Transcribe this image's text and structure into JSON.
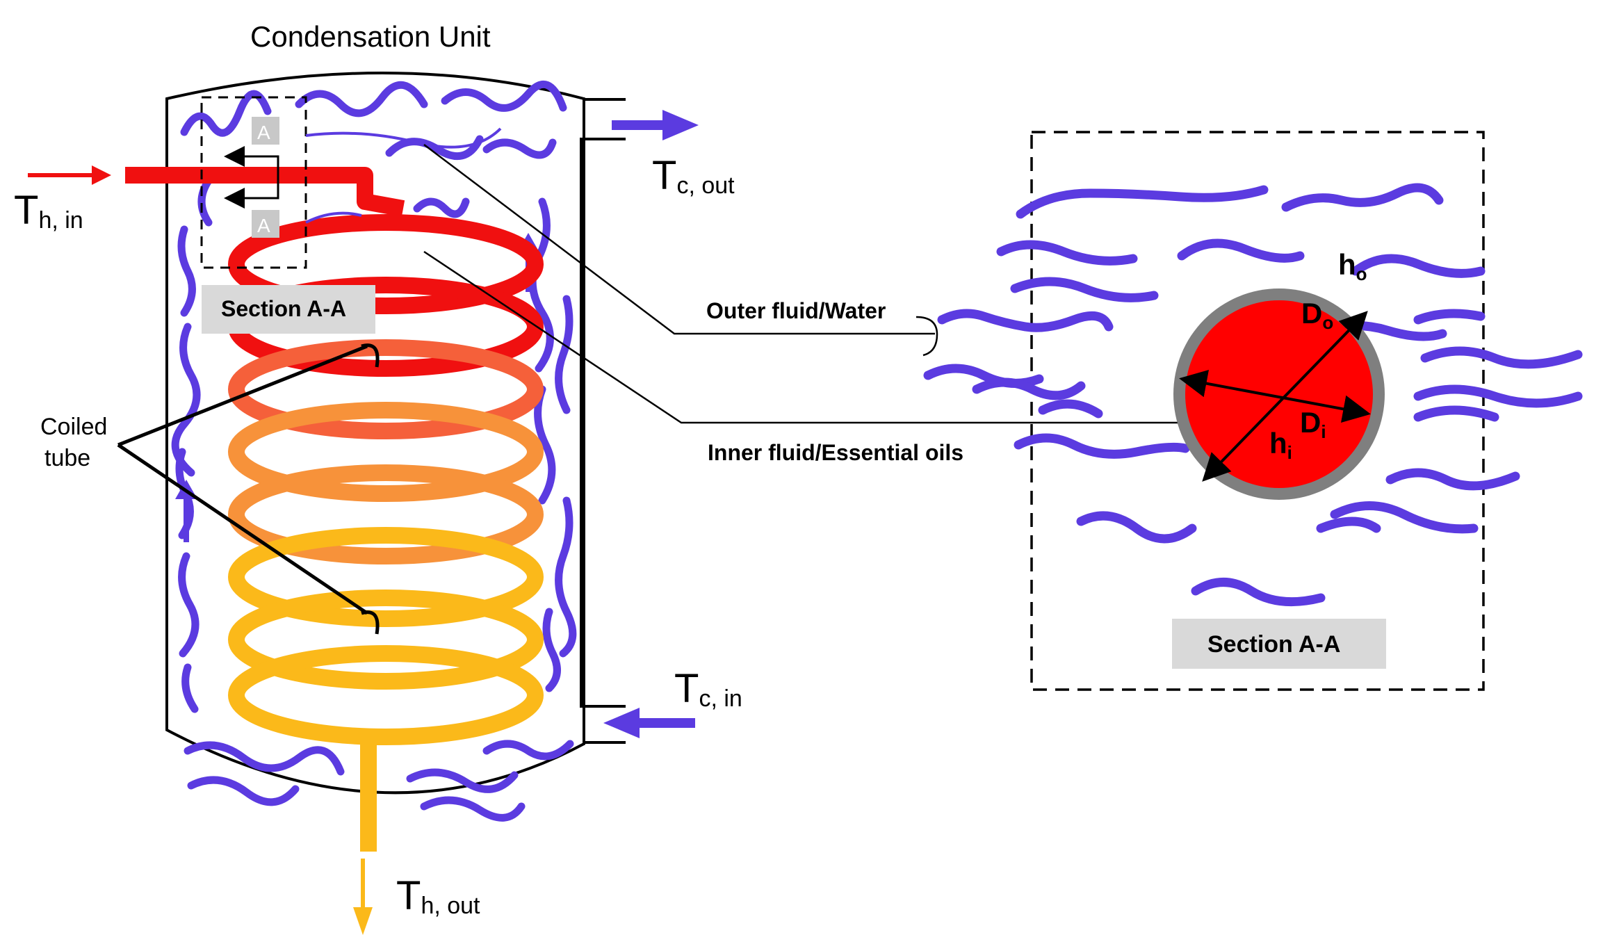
{
  "title": "Condensation Unit",
  "labels": {
    "th_in_main": "T",
    "th_in_sub": "h, in",
    "th_out_main": "T",
    "th_out_sub": "h, out",
    "tc_out_main": "T",
    "tc_out_sub": "c, out",
    "tc_in_main": "T",
    "tc_in_sub": "c, in",
    "section_a": "A",
    "section_left": "Section A-A",
    "section_right": "Section A-A",
    "coiled_line1": "Coiled",
    "coiled_line2": "tube",
    "outer_fluid": "Outer fluid/Water",
    "inner_fluid": "Inner fluid/Essential oils",
    "ho_main": "h",
    "ho_sub": "o",
    "hi_main": "h",
    "hi_sub": "i",
    "do_main": "D",
    "do_sub": "o",
    "di_main": "D",
    "di_sub": "i"
  },
  "colors": {
    "water": "#5b3be0",
    "coil_top": "#f01010",
    "coil_mid": "#f7923a",
    "coil_bottom": "#fbb91a",
    "tube_wall": "#7f7f7f",
    "section_label_bg": "#d9d9d9"
  }
}
